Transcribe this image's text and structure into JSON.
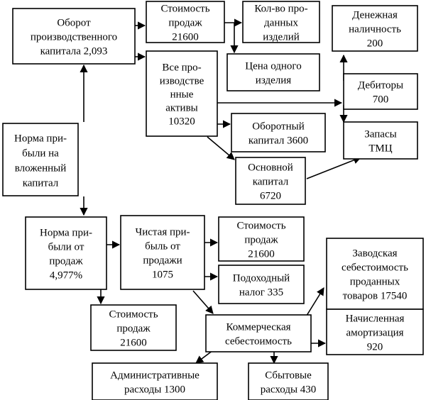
{
  "nodes": {
    "oborot_kapitala": [
      "Оборот",
      "производственного",
      "капитала  2,093"
    ],
    "stoimost_prodazh_top": [
      "Стоимость",
      "продаж",
      "21600"
    ],
    "kolvo_izdeliy": [
      "Кол-во про-",
      "данных",
      "изделий"
    ],
    "denezhnaya_nalichnost": [
      "Денежная",
      "наличность",
      "200"
    ],
    "tsena_izdeliya": [
      "Цена одного",
      "изделия"
    ],
    "vse_aktivy": [
      "Все про-",
      "изводстве",
      "нные",
      "активы",
      "10320"
    ],
    "debitory": [
      "Дебиторы",
      "700"
    ],
    "oborotny_kapital": [
      "Оборотный",
      "капитал 3600"
    ],
    "norma_vlozhenny": [
      "Норма при-",
      "были на",
      "вложенный",
      "капитал"
    ],
    "zapasy_tmts": [
      "Запасы",
      "ТМЦ"
    ],
    "osnovnoy_kapital": [
      "Основной",
      "капитал",
      "6720"
    ],
    "norma_prodazh": [
      "Норма при-",
      "были от",
      "продаж",
      "4,977%"
    ],
    "chistaya_pribyl": [
      "Чистая при-",
      "быль от",
      "продажи",
      "1075"
    ],
    "stoimost_prodazh_mid": [
      "Стоимость",
      "продаж",
      "21600"
    ],
    "zavodskaya_sebest": [
      "Заводская",
      "себестоимость",
      "проданных",
      "товаров 17540"
    ],
    "podokhodny_nalog": [
      "Подоходный",
      "налог 335"
    ],
    "stoimost_prodazh_low": [
      "Стоимость",
      "продаж",
      "21600"
    ],
    "kommercheskaya_sebest": [
      "Коммерческая",
      "себестоимость"
    ],
    "amortizatsiya": [
      "Начисленная",
      "амортизация",
      "920"
    ],
    "admin_raskhody": [
      "Административные",
      "расходы 1300"
    ],
    "sbytovye_raskhody": [
      "Сбытовые",
      "расходы 430"
    ]
  }
}
